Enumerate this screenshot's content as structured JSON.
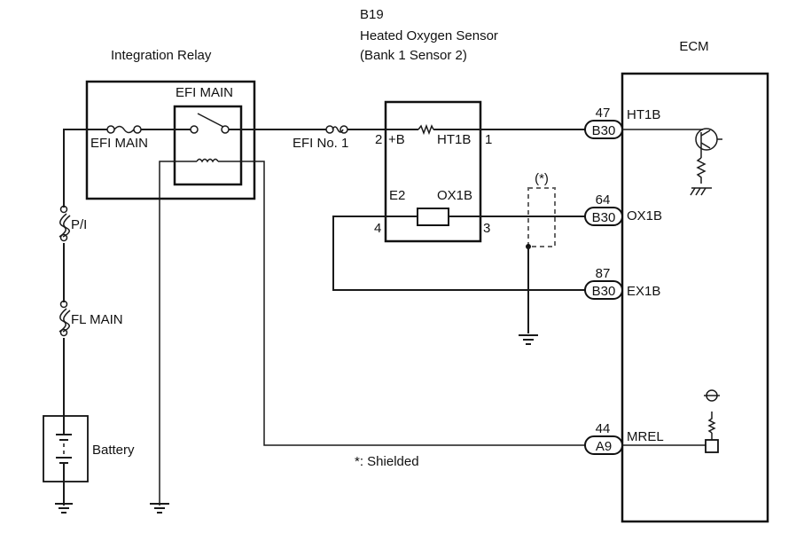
{
  "components": {
    "integration_relay": {
      "title": "Integration Relay",
      "relay_label": "EFI MAIN",
      "fuse_label": "EFI MAIN"
    },
    "fuses": {
      "efi_no1": "EFI No. 1",
      "pi": "P/I",
      "fl_main": "FL MAIN"
    },
    "battery": {
      "label": "Battery"
    },
    "sensor": {
      "code": "B19",
      "name": "Heated Oxygen Sensor",
      "position": "(Bank 1 Sensor 2)",
      "pins": {
        "plus_b": "+B",
        "ht1b": "HT1B",
        "e2": "E2",
        "ox1b": "OX1B",
        "pin2": "2",
        "pin1": "1",
        "pin4": "4",
        "pin3": "3"
      }
    },
    "ecm": {
      "title": "ECM",
      "terminals": [
        {
          "pin": "47",
          "connector": "B30",
          "signal": "HT1B"
        },
        {
          "pin": "64",
          "connector": "B30",
          "signal": "OX1B"
        },
        {
          "pin": "87",
          "connector": "B30",
          "signal": "EX1B"
        },
        {
          "pin": "44",
          "connector": "A9",
          "signal": "MREL"
        }
      ]
    },
    "shield": {
      "marker": "(*)",
      "note": "*: Shielded"
    }
  }
}
